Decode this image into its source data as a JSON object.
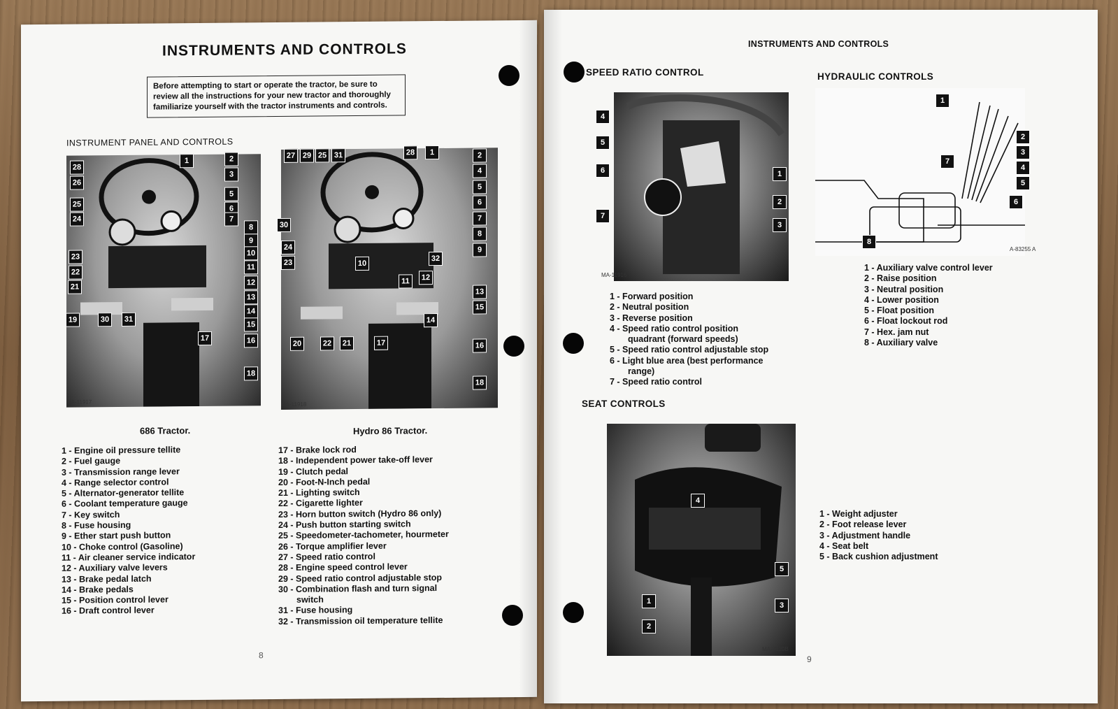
{
  "left_page": {
    "title": "INSTRUMENTS AND CONTROLS",
    "notice": "Before attempting to start or operate the tractor, be sure to review all the instructions for your new tractor and thoroughly familiarize yourself with the tractor instruments and controls.",
    "section_heading": "INSTRUMENT PANEL AND CONTROLS",
    "figure1": {
      "code": "MA-11917",
      "caption": "686 Tractor.",
      "callouts": [
        "28",
        "26",
        "25",
        "24",
        "23",
        "22",
        "21",
        "19",
        "30",
        "31",
        "1",
        "2",
        "3",
        "5",
        "6",
        "7",
        "8",
        "9",
        "10",
        "11",
        "12",
        "13",
        "14",
        "15",
        "16",
        "17",
        "18"
      ]
    },
    "figure2": {
      "code": "MA-11918",
      "caption": "Hydro 86 Tractor.",
      "callouts": [
        "27",
        "29",
        "25",
        "31",
        "28",
        "1",
        "2",
        "4",
        "5",
        "6",
        "7",
        "8",
        "9",
        "30",
        "24",
        "23",
        "10",
        "32",
        "11",
        "12",
        "13",
        "15",
        "14",
        "20",
        "22",
        "21",
        "17",
        "16",
        "18"
      ]
    },
    "list_a": [
      "1 - Engine oil pressure tellite",
      "2 - Fuel gauge",
      "3 - Transmission range lever",
      "4 - Range selector control",
      "5 - Alternator-generator tellite",
      "6 - Coolant temperature gauge",
      "7 - Key switch",
      "8 - Fuse housing",
      "9 - Ether start push button",
      "10 - Choke control (Gasoline)",
      "11 - Air cleaner service indicator",
      "12 - Auxiliary valve levers",
      "13 - Brake pedal latch",
      "14 - Brake pedals",
      "15 - Position control lever",
      "16 - Draft control lever"
    ],
    "list_b": [
      "17 - Brake lock rod",
      "18 - Independent power take-off lever",
      "19 - Clutch pedal",
      "20 - Foot-N-Inch pedal",
      "21 - Lighting switch",
      "22 - Cigarette lighter",
      "23 - Horn button switch (Hydro 86 only)",
      "24 - Push button starting switch",
      "25 - Speedometer-tachometer, hourmeter",
      "26 - Torque amplifier lever",
      "27 - Speed ratio control",
      "28 - Engine speed control lever",
      "29 - Speed ratio control adjustable stop",
      "30 - Combination flash and turn signal",
      "switch",
      "31 - Fuse housing",
      "32 - Transmission oil temperature tellite"
    ],
    "page_number": "8"
  },
  "right_page": {
    "running_head": "INSTRUMENTS AND CONTROLS",
    "speed_ratio": {
      "heading": "SPEED RATIO CONTROL",
      "code": "MA-11916",
      "callouts": [
        "4",
        "5",
        "6",
        "7",
        "1",
        "2",
        "3"
      ],
      "items": [
        "1 - Forward position",
        "2 - Neutral position",
        "3 - Reverse position",
        "4 - Speed ratio control position",
        "quadrant (forward speeds)",
        "5 - Speed ratio control adjustable stop",
        "6 - Light blue area (best performance",
        "range)",
        "7 - Speed ratio control"
      ]
    },
    "hydraulic": {
      "heading": "HYDRAULIC CONTROLS",
      "code": "A-83255 A",
      "callouts": [
        "1",
        "2",
        "3",
        "4",
        "5",
        "6",
        "7",
        "8"
      ],
      "items": [
        "1 - Auxiliary valve control lever",
        "2 - Raise position",
        "3 - Neutral position",
        "4 - Lower position",
        "5 - Float position",
        "6 - Float lockout rod",
        "7 - Hex. jam nut",
        "8 - Auxiliary valve"
      ]
    },
    "seat": {
      "heading": "SEAT CONTROLS",
      "code": "MA-7120B",
      "callouts": [
        "4",
        "5",
        "1",
        "3",
        "2"
      ],
      "items": [
        "1 - Weight adjuster",
        "2 - Foot release lever",
        "3 - Adjustment handle",
        "4 - Seat belt",
        "5 - Back cushion adjustment"
      ]
    },
    "page_number": "9"
  }
}
